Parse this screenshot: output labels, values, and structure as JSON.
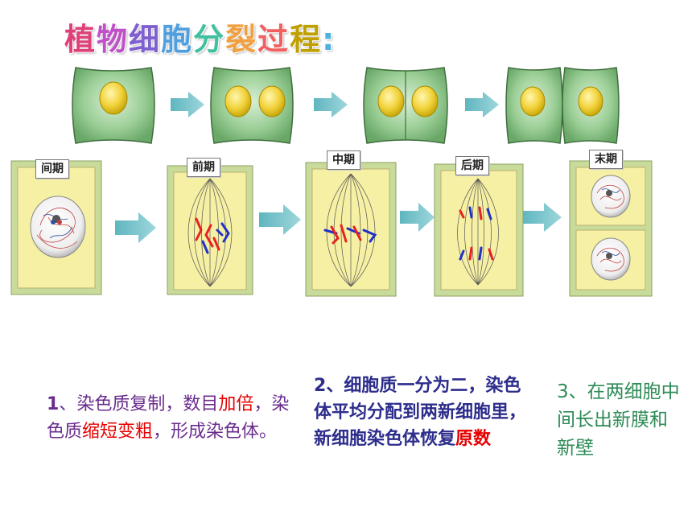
{
  "title": "植物细胞分裂过程:",
  "title_colors": [
    "#e0407a",
    "#c050c8",
    "#8060d0",
    "#50a0e0",
    "#40c0a0",
    "#f0a040",
    "#f06060",
    "#c0a000",
    "#50b0e0"
  ],
  "phases": [
    "间期",
    "前期",
    "中期",
    "后期",
    "末期"
  ],
  "colors": {
    "cell_green": "#8cc78a",
    "cell_green_dark": "#5e9e5c",
    "nucleus": "#f2d23a",
    "cell_yellow": "#f6f0a4",
    "cell_wall": "#b9d48a",
    "arrow": "#7fc2c9",
    "chromosome_red": "#e82020",
    "chromosome_blue": "#2030c8"
  },
  "steps": {
    "s1": {
      "num": "1",
      "p1": "、染色质复制，数目",
      "h1": "加倍",
      "p2": "，染色质",
      "h2": "缩短变粗",
      "p3": "，形成染色体。"
    },
    "s2": {
      "num": "2",
      "p1": "、细胞质一分为二，染色体平均分配到两新细胞里，新细胞染色体恢复",
      "h1": "原数"
    },
    "s3": {
      "num": "3",
      "p1": "、在两细胞中间长出新膜和新壁"
    }
  }
}
